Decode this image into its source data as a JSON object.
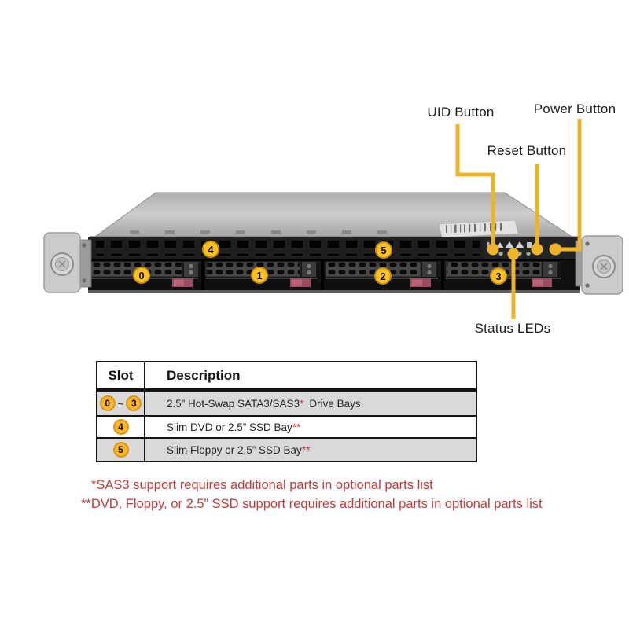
{
  "callouts": {
    "uid": "UID Button",
    "power": "Power Button",
    "reset": "Reset Button",
    "status_leds": "Status LEDs"
  },
  "server": {
    "slot_pins": [
      "0",
      "1",
      "2",
      "3",
      "4",
      "5"
    ]
  },
  "table": {
    "headers": {
      "slot": "Slot",
      "description": "Description"
    },
    "rows": [
      {
        "slots": [
          "0",
          "3"
        ],
        "separator": "~",
        "description": "2.5” Hot-Swap SATA3/SAS3",
        "marker": "*",
        "suffix": "Drive Bays"
      },
      {
        "slots": [
          "4"
        ],
        "description": "Slim DVD or 2.5” SSD Bay",
        "marker": "**"
      },
      {
        "slots": [
          "5"
        ],
        "description": "Slim Floppy or 2.5” SSD Bay",
        "marker": "**"
      }
    ]
  },
  "footnotes": [
    "*SAS3 support requires additional parts in optional parts list",
    "**DVD, Floppy, or 2.5” SSD support requires additional parts in optional parts list"
  ],
  "colors": {
    "callout_yellow": "#ECB32B",
    "pin_fill": "#FFC221",
    "pin_border": "#C98F13",
    "footnote_red": "#C13B3B",
    "table_row_gray": "#D9D9D9",
    "chassis_dark": "#161616",
    "chassis_light": "#C8C8C8"
  }
}
